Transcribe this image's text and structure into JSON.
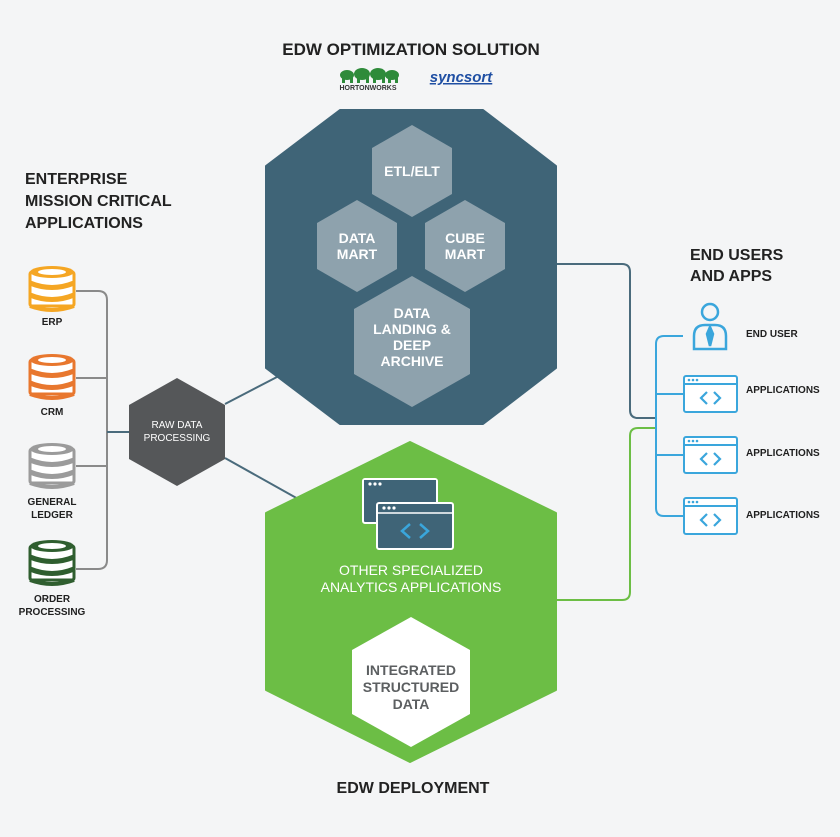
{
  "title": "EDW OPTIMIZATION SOLUTION",
  "logos": {
    "hortonworks": "HORTONWORKS",
    "syncsort": "syncsort"
  },
  "left_heading": [
    "ENTERPRISE",
    "MISSION CRITICAL",
    "APPLICATIONS"
  ],
  "sources": [
    {
      "label": [
        "ERP"
      ],
      "color": "#f5a623",
      "icon": "database-icon"
    },
    {
      "label": [
        "CRM"
      ],
      "color": "#e8772e",
      "icon": "database-icon"
    },
    {
      "label": [
        "GENERAL",
        "LEDGER"
      ],
      "color": "#9b9b9b",
      "icon": "database-icon"
    },
    {
      "label": [
        "ORDER",
        "PROCESSING"
      ],
      "color": "#2f5e2f",
      "icon": "database-icon"
    }
  ],
  "raw_processing": [
    "RAW DATA",
    "PROCESSING"
  ],
  "edw_cells": {
    "etl": [
      "ETL/ELT"
    ],
    "data_mart": [
      "DATA",
      "MART"
    ],
    "cube_mart": [
      "CUBE",
      "MART"
    ],
    "landing": [
      "DATA",
      "LANDING &",
      "DEEP",
      "ARCHIVE"
    ]
  },
  "green": {
    "apps_label": [
      "OTHER SPECIALIZED",
      "ANALYTICS APPLICATIONS"
    ],
    "integrated": [
      "INTEGRATED",
      "STRUCTURED",
      "DATA"
    ],
    "app_icon": "application-window-icon"
  },
  "deployment_label": "EDW DEPLOYMENT",
  "right_heading": [
    "END USERS",
    "AND APPS"
  ],
  "end_items": [
    {
      "label": "END USER",
      "icon": "user-icon"
    },
    {
      "label": "APPLICATIONS",
      "icon": "application-window-icon"
    },
    {
      "label": "APPLICATIONS",
      "icon": "application-window-icon"
    },
    {
      "label": "APPLICATIONS",
      "icon": "application-window-icon"
    }
  ],
  "colors": {
    "edw_hex": "#3f6477",
    "edw_cell": "#8ea2ad",
    "green_hex": "#6cbe45",
    "raw_hex": "#555759",
    "connector": "#4a6b7c",
    "green_connector": "#6cbe45",
    "right_icons": "#3aa6dc"
  }
}
